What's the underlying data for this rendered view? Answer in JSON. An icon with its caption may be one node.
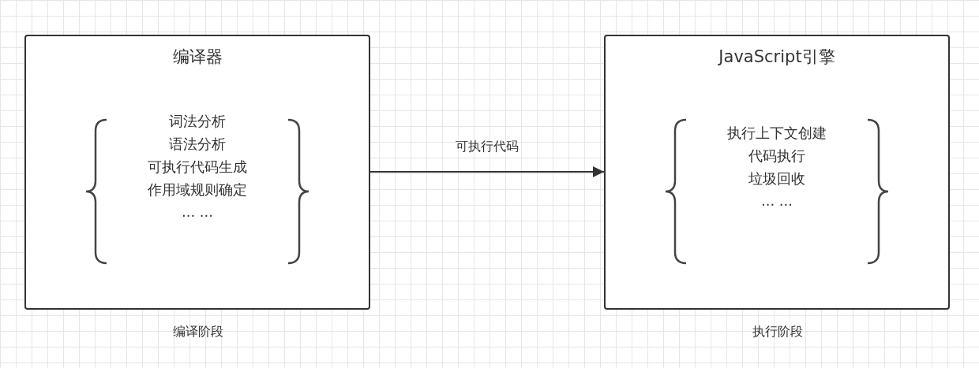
{
  "diagram": {
    "nodes": [
      {
        "text": [
          "编译器",
          "词法分析",
          "语法分析",
          "可执行代码生成",
          "作用域规则确定",
          "... ..."
        ],
        "beside": [
          "编译阶段"
        ]
      },
      {
        "text": [
          "JavaScript引擎",
          "执行上下文创建",
          "代码执行",
          "垃圾回收",
          "... ..."
        ],
        "beside": [
          "执行阶段"
        ]
      }
    ],
    "edges": [
      {
        "from": 0,
        "to": 1,
        "arrow": "to",
        "label": "可执行代码"
      }
    ]
  }
}
